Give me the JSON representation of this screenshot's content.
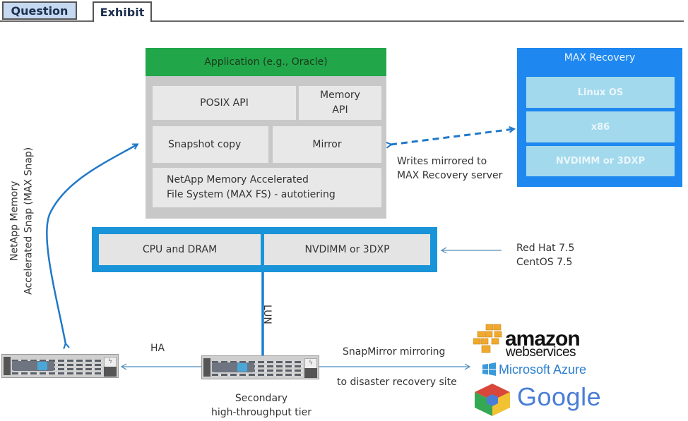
{
  "tabs": [
    {
      "label": "Question",
      "active": false
    },
    {
      "label": "Exhibit",
      "active": true
    }
  ],
  "colors": {
    "app_green": "#21a64a",
    "max_recovery_blue": "#1e88f0",
    "max_recovery_cell": "#a2d9ec",
    "cpu_border_blue": "#1a94d8",
    "arrow_blue": "#1f78c8",
    "cell_gray": "#e8e8e8",
    "stack_gray": "#c8c8c8"
  },
  "app_stack": {
    "header": "Application (e.g., Oracle)",
    "posix_api": "POSIX API",
    "memory_api_line1": "Memory",
    "memory_api_line2": "API",
    "snapshot_copy": "Snapshot copy",
    "mirror": "Mirror",
    "maxfs_line1": "NetApp Memory Accelerated",
    "maxfs_line2": "File System (MAX FS) - autotiering"
  },
  "max_recovery": {
    "title": "MAX Recovery",
    "items": [
      "Linux OS",
      "x86",
      "NVDIMM or 3DXP"
    ]
  },
  "mirror_link": {
    "line1": "Writes mirrored to",
    "line2": "MAX Recovery server"
  },
  "hardware": {
    "cpu_dram": "CPU and DRAM",
    "nvdimm": "NVDIMM or 3DXP"
  },
  "os_support": {
    "line1": "Red Hat 7.5",
    "line2": "CentOS 7.5"
  },
  "max_snap": {
    "line1": "NetApp Memory",
    "line2": "Accelerated Snap (MAX Snap)"
  },
  "links": {
    "lun": "LUN",
    "ha": "HA",
    "snapmirror_line1": "SnapMirror mirroring",
    "snapmirror_line2": "to disaster recovery site"
  },
  "secondary_tier": {
    "line1": "Secondary",
    "line2": "high-throughput tier"
  },
  "clouds": {
    "aws_line1": "amazon",
    "aws_line2": "webservices",
    "azure": "Microsoft Azure",
    "google": "Google"
  }
}
